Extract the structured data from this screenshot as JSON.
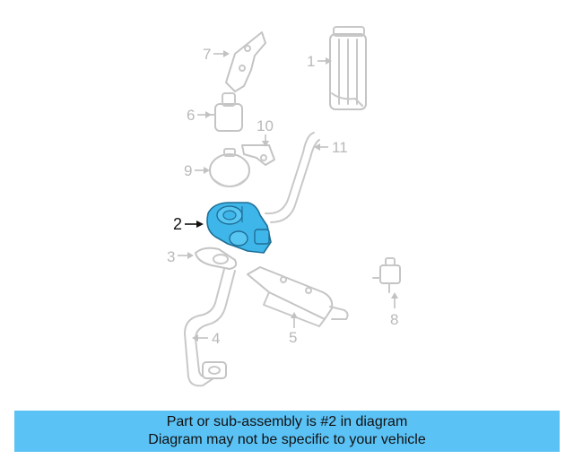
{
  "diagram": {
    "callouts": [
      {
        "id": "1",
        "label": "1"
      },
      {
        "id": "2",
        "label": "2",
        "highlighted": true
      },
      {
        "id": "3",
        "label": "3"
      },
      {
        "id": "4",
        "label": "4"
      },
      {
        "id": "5",
        "label": "5"
      },
      {
        "id": "6",
        "label": "6"
      },
      {
        "id": "7",
        "label": "7"
      },
      {
        "id": "8",
        "label": "8"
      },
      {
        "id": "9",
        "label": "9"
      },
      {
        "id": "10",
        "label": "10"
      },
      {
        "id": "11",
        "label": "11"
      }
    ],
    "highlight_color": "#3fb6ea",
    "line_color": "#c4c4c4"
  },
  "caption": {
    "line1": "Part or sub-assembly is #2 in diagram",
    "line2": "Diagram may not be specific to your vehicle",
    "background": "#5bc2f5"
  }
}
